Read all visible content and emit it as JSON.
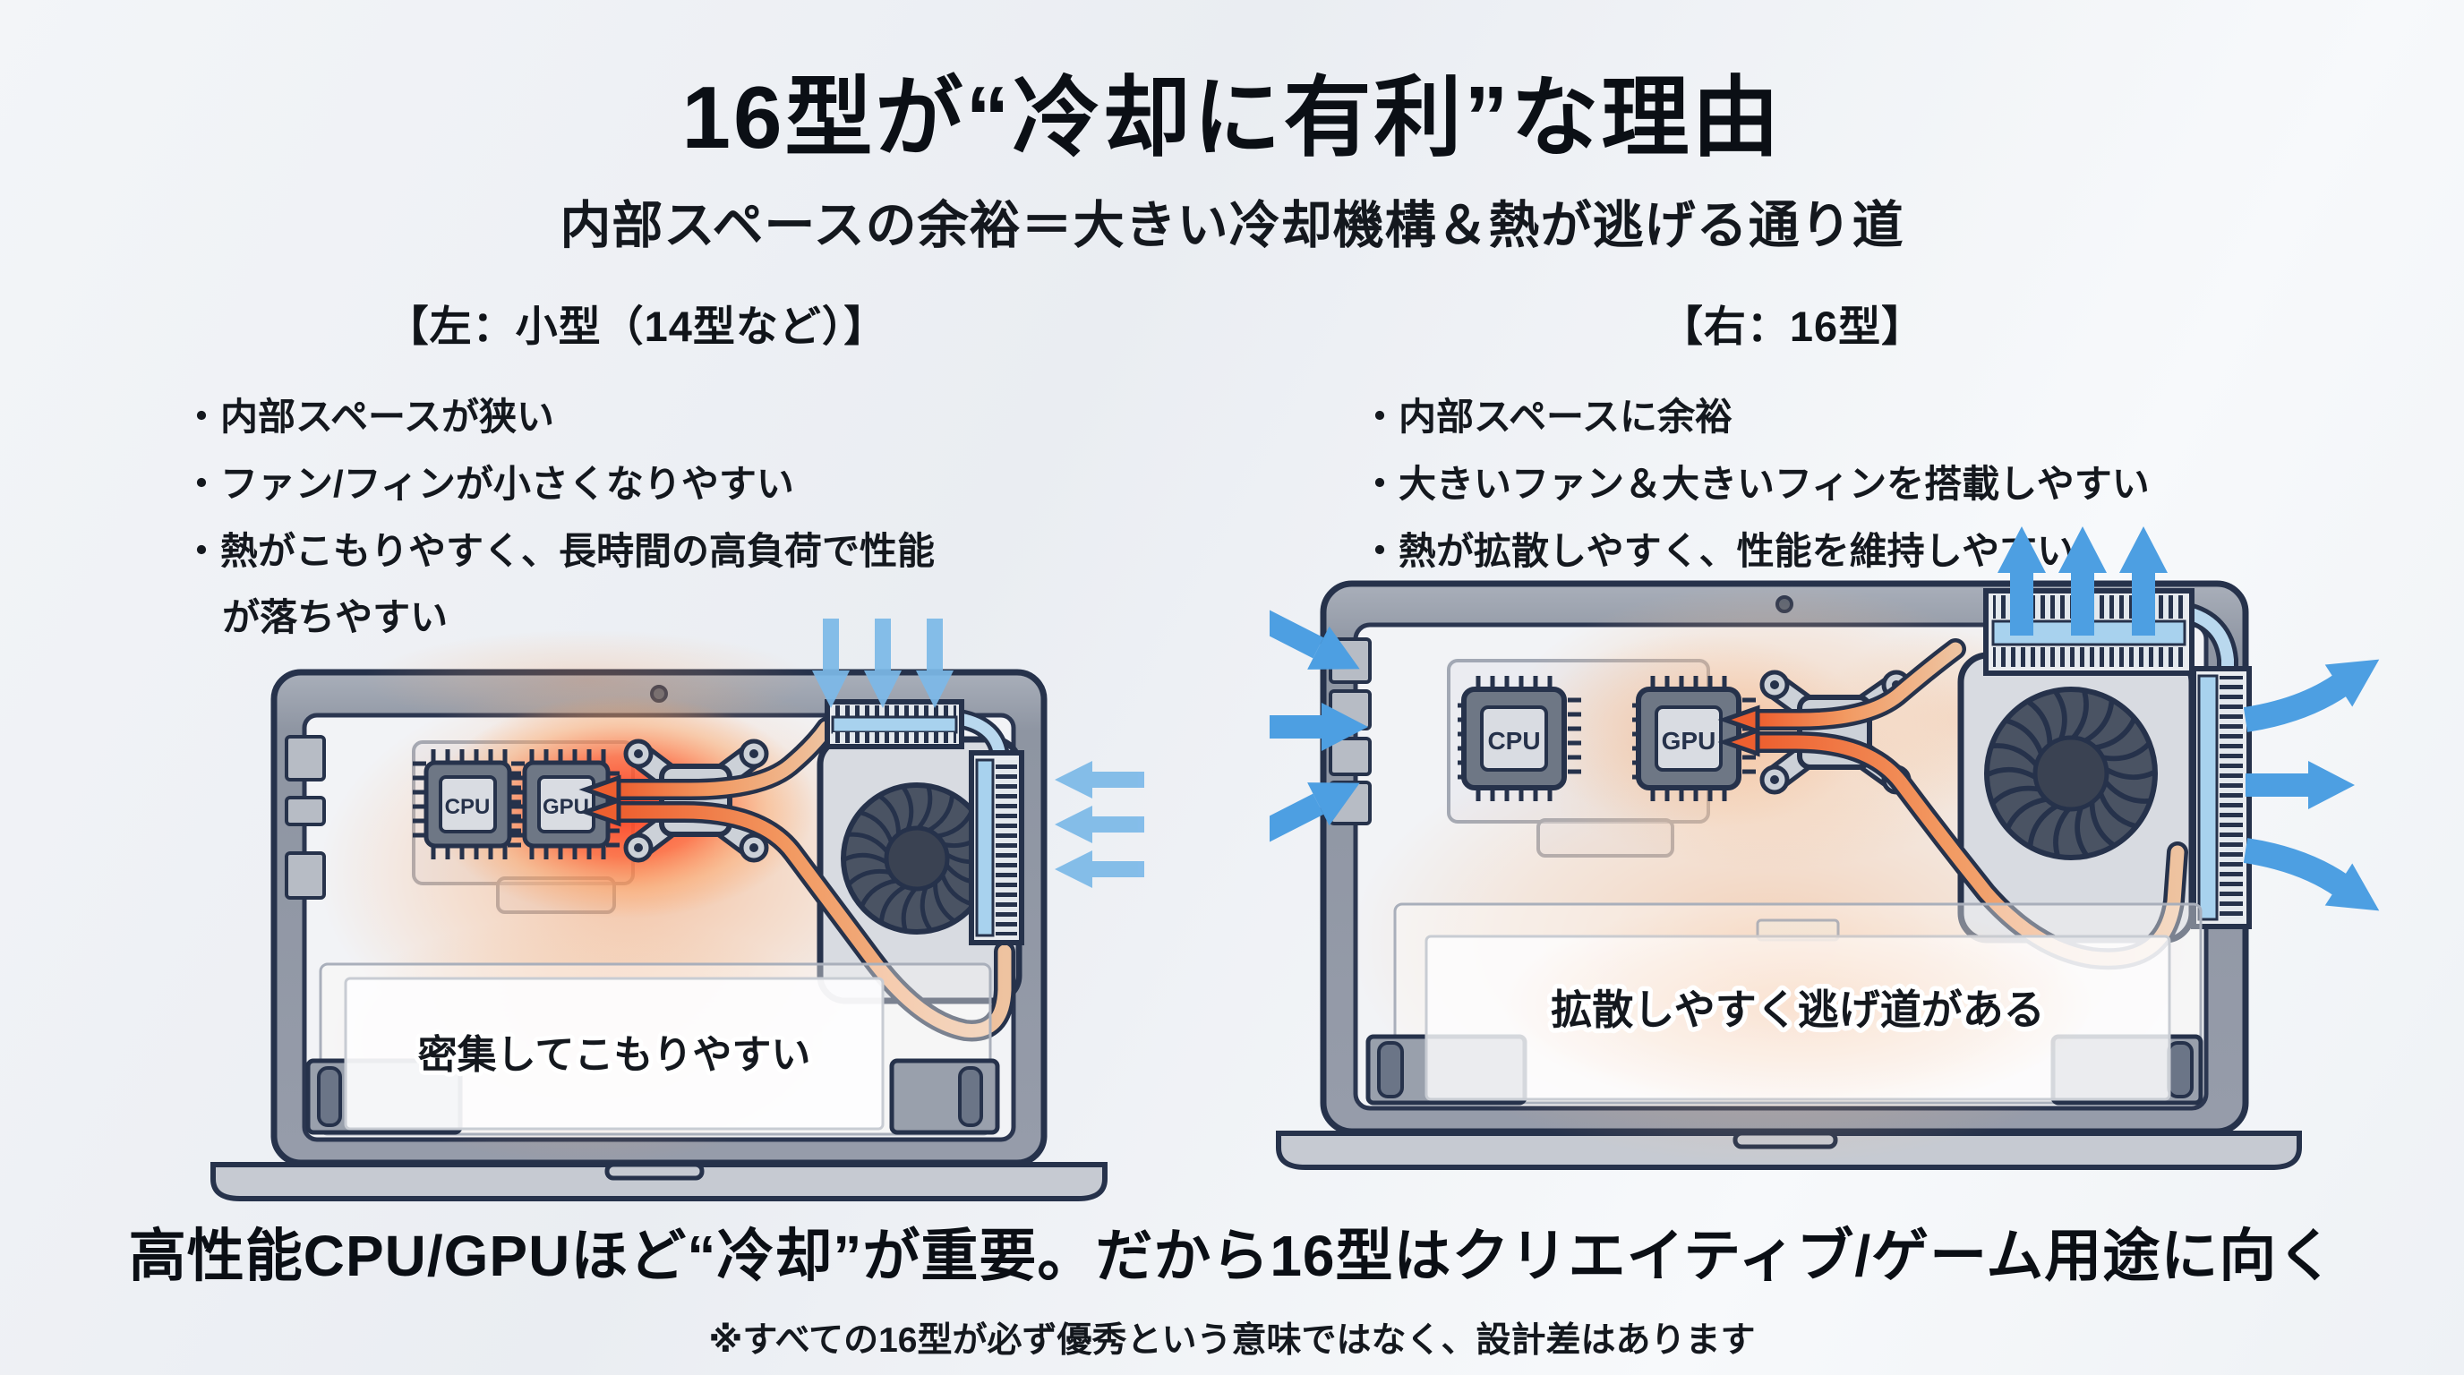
{
  "title": "16型が“冷却に有利”な理由",
  "subtitle": "内部スペースの余裕＝大きい冷却機構＆熱が逃げる通り道",
  "left_panel": {
    "heading": "【左：小型（14型など）】",
    "bullets": [
      "・内部スペースが狭い",
      "・ファン/フィンが小さくなりやすい",
      "・熱がこもりやすく、長時間の高負荷で性能が落ちやすい"
    ],
    "diagram": {
      "cpu_label": "CPU",
      "gpu_label": "GPU",
      "caption": "密集してこもりやすい"
    }
  },
  "right_panel": {
    "heading": "【右：16型】",
    "bullets": [
      "・内部スペースに余裕",
      "・大きいファン＆大きいフィンを搭載しやすい",
      "・熱が拡散しやすく、性能を維持しやすい"
    ],
    "diagram": {
      "cpu_label": "CPU",
      "gpu_label": "GPU",
      "caption": "拡散しやすく逃げ道がある"
    }
  },
  "footer": {
    "conclusion": "高性能CPU/GPUほど“冷却”が重要。だから16型はクリエイティブ/ゲーム用途に向く",
    "disclaimer": "※すべての16型が必ず優秀という意味ではなく、設計差はあります"
  },
  "colors": {
    "airflow_blue": "#4d9fe2",
    "heat_red": "#ff2e12",
    "heat_orange": "#f59a5e",
    "chassis_gray": "#99a0ac",
    "outline_navy": "#26324b",
    "fin_blue": "#a8d2ee",
    "background": "#eef1f5"
  }
}
